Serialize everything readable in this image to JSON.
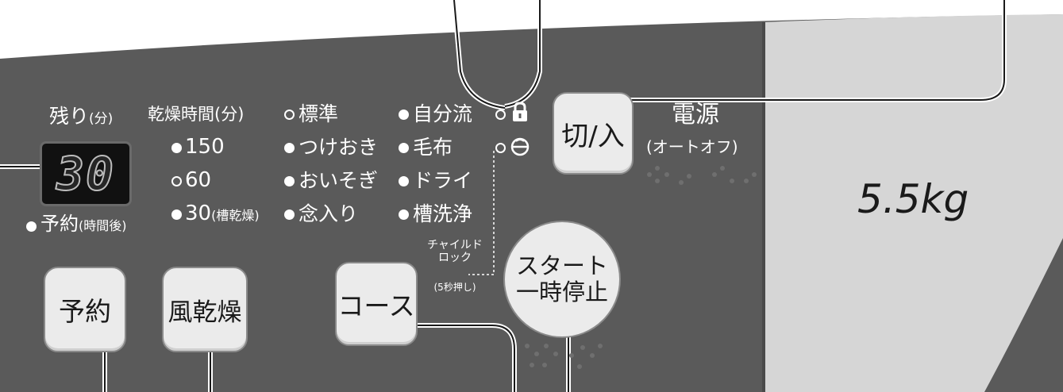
{
  "colors": {
    "panel": "#5a5a5a",
    "side_panel": "#d6d6d6",
    "button": "#ebebeb",
    "text": "#ffffff"
  },
  "remaining": {
    "label": "残り",
    "unit": "(分)",
    "display_value": "30"
  },
  "dry_time": {
    "label": "乾燥時間(分)",
    "options": [
      {
        "label": "150",
        "lit": true
      },
      {
        "label": "60",
        "lit": false
      },
      {
        "label": "30",
        "sub": "(槽乾燥)",
        "lit": true
      }
    ]
  },
  "courses": [
    {
      "label": "標準",
      "lit": false
    },
    {
      "label": "つけおき",
      "lit": true
    },
    {
      "label": "おいそぎ",
      "lit": true
    },
    {
      "label": "念入り",
      "lit": true
    }
  ],
  "courses2": [
    {
      "label": "自分流",
      "lit": true
    },
    {
      "label": "毛布",
      "lit": true
    },
    {
      "label": "ドライ",
      "lit": true
    },
    {
      "label": "槽洗浄",
      "lit": true
    }
  ],
  "reservation": {
    "label": "予約",
    "sub": "(時間後)"
  },
  "child_lock": {
    "line1": "チャイルド",
    "line2": "ロック",
    "note": "(5秒押し)",
    "lock_icon": "lock-icon",
    "face_icon": "child-face-icon"
  },
  "power": {
    "button": "切/入",
    "label": "電源",
    "sub": "(オートオフ)"
  },
  "buttons": {
    "reserve": "予約",
    "air_dry": "風乾燥",
    "course": "コース",
    "start_line1": "スタート",
    "start_line2": "一時停止"
  },
  "capacity": "5.5kg"
}
